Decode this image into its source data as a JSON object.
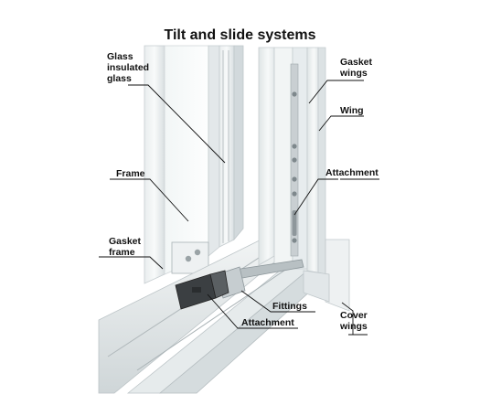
{
  "title": "Tilt and slide systems",
  "labels": {
    "glass": "Glass\ninsulated\nglass",
    "frame": "Frame",
    "gasket_frame": "Gasket\nframe",
    "gasket_wings": "Gasket\nwings",
    "wing": "Wing",
    "attachment_top": "Attachment",
    "fittings": "Fittings",
    "attachment_bottom": "Attachment",
    "cover_wings": "Cover\nwings"
  }
}
